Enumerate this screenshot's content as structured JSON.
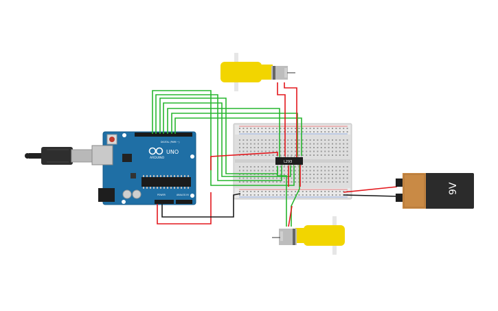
{
  "arduino": {
    "logo_text": "ARDUINO",
    "model": "UNO",
    "digital_header": "DIGITAL (PWM ~)",
    "power_header": "POWER",
    "analog_header": "ANALOG IN"
  },
  "driver_chip": {
    "label": "L293"
  },
  "battery": {
    "label": "9V"
  },
  "colors": {
    "board": "#1f6fa5",
    "breadboard": "#e6e6e6",
    "motor": "#f2d500",
    "wire_green": "#27b52f",
    "wire_red": "#e3161b",
    "wire_black": "#1a1a1a",
    "battery_body": "#2b2b2b",
    "battery_cap": "#c98a45"
  }
}
